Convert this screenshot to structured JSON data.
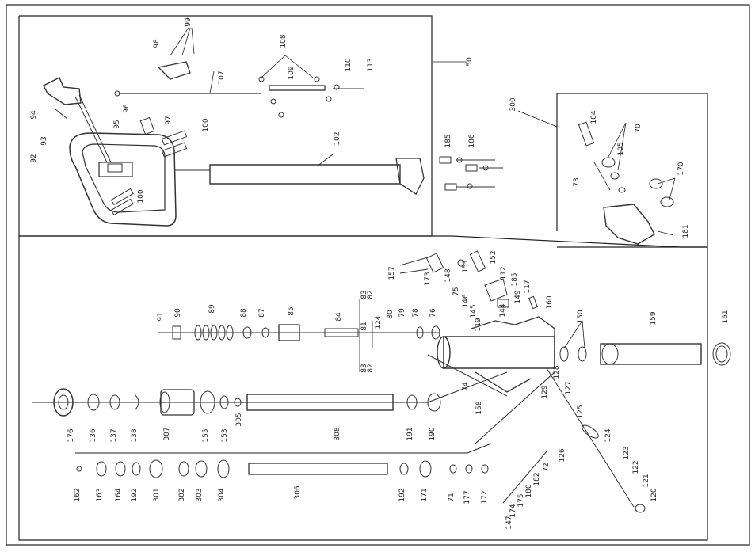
{
  "diagram": {
    "part_labels": [
      "99",
      "98",
      "108",
      "109",
      "110",
      "113",
      "50",
      "94",
      "93",
      "92",
      "107",
      "96",
      "95",
      "97",
      "100",
      "102",
      "100",
      "300",
      "104",
      "70",
      "105",
      "73",
      "170",
      "181",
      "185",
      "186",
      "157",
      "173",
      "148",
      "151",
      "152",
      "112",
      "185",
      "117",
      "75",
      "146",
      "145",
      "144",
      "149",
      "160",
      "119",
      "91",
      "90",
      "89",
      "88",
      "87",
      "85",
      "84",
      "83",
      "82",
      "81",
      "124",
      "80",
      "79",
      "78",
      "76",
      "83",
      "82",
      "150",
      "159",
      "161",
      "74",
      "158",
      "129",
      "128",
      "127",
      "125",
      "124",
      "126",
      "123",
      "122",
      "121",
      "120",
      "176",
      "136",
      "137",
      "138",
      "307",
      "155",
      "153",
      "305",
      "308",
      "191",
      "190",
      "162",
      "163",
      "164",
      "192",
      "301",
      "302",
      "303",
      "304",
      "306",
      "192",
      "171",
      "71",
      "177",
      "172",
      "72",
      "182",
      "180",
      "175",
      "174",
      "147"
    ]
  }
}
